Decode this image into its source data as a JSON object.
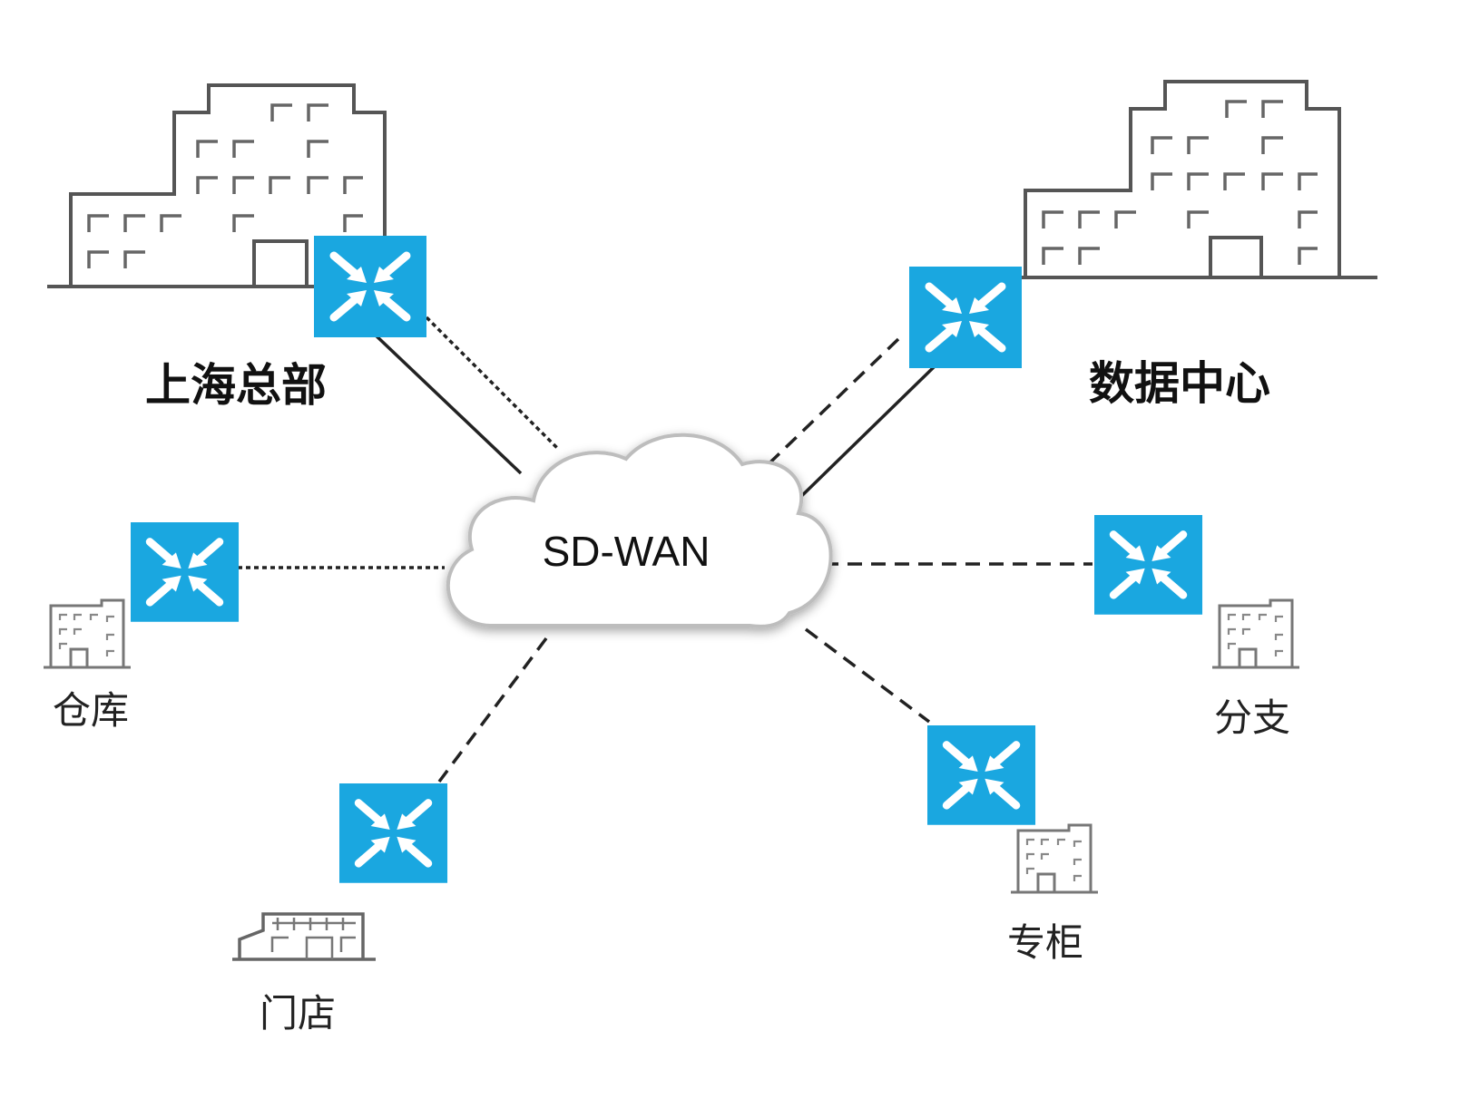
{
  "title": "",
  "hub": {
    "label": "SD-WAN"
  },
  "sites": [
    {
      "id": "hq",
      "label": "上海总部"
    },
    {
      "id": "dc",
      "label": "数据中心"
    },
    {
      "id": "warehouse",
      "label": "仓库"
    },
    {
      "id": "branch",
      "label": "分支"
    },
    {
      "id": "store",
      "label": "门店"
    },
    {
      "id": "counter",
      "label": "专柜"
    }
  ],
  "colors": {
    "router": "#1aa7e0",
    "line": "#222222",
    "building": "#555555",
    "cloud_stroke": "#bdbdbd"
  },
  "icons": {
    "router": "router-icon",
    "building": "building-icon",
    "cloud": "cloud-icon"
  }
}
